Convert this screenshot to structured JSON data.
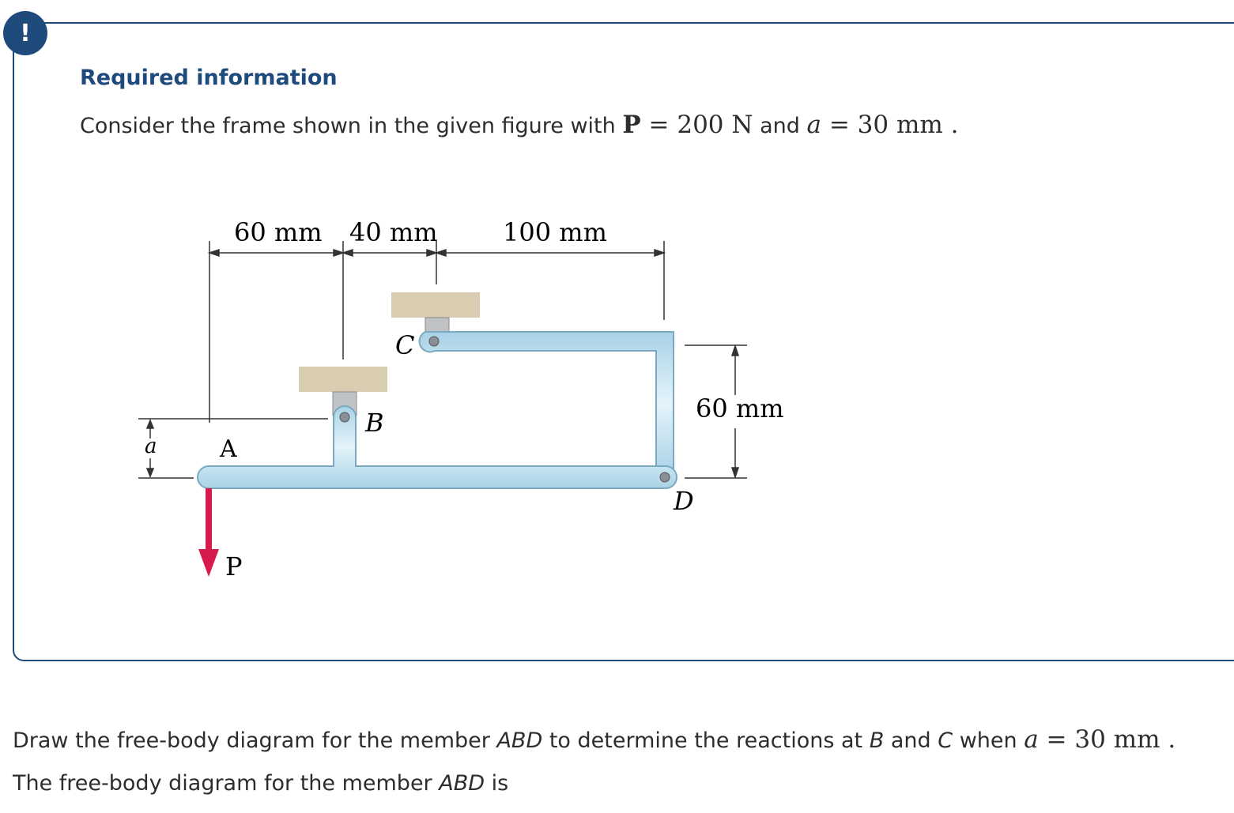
{
  "alert": {
    "icon": "exclamation-icon",
    "glyph": "!"
  },
  "required": {
    "heading": "Required information",
    "intro_text": "Consider the frame shown in the given figure with",
    "p_symbol": "P",
    "p_eq": "= 200 N",
    "and": "and",
    "a_symbol": "a",
    "a_eq": "= 30 mm",
    "period": "."
  },
  "figure": {
    "dim_60mm_top": "60 mm",
    "dim_40mm": "40 mm",
    "dim_100mm": "100 mm",
    "dim_60mm_right": "60 mm",
    "label_a": "a",
    "label_A": "A",
    "label_B": "B",
    "label_C": "C",
    "label_D": "D",
    "label_P": "P",
    "colors": {
      "member": "#bfe0ee",
      "member_edge": "#7aa9c4",
      "support": "#d8cdb0",
      "load": "#d81b4e",
      "pin": "#8a8f96"
    }
  },
  "question": {
    "part1": "Draw the free-body diagram for the member",
    "abd": "ABD",
    "part2": "to determine the reactions at",
    "b": "B",
    "and": "and",
    "c": "C",
    "part3": "when",
    "a_symbol": "a",
    "a_eq": "= 30 mm",
    "period": "."
  },
  "followup": {
    "part1": "The free-body diagram for the member",
    "abd": "ABD",
    "part2": "is"
  }
}
